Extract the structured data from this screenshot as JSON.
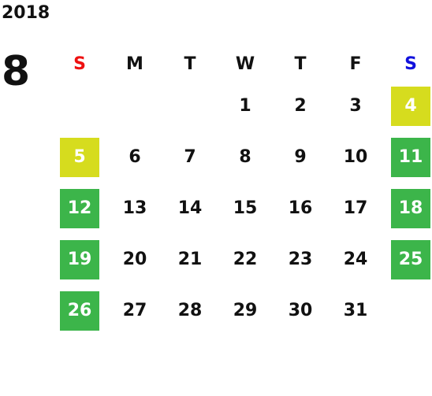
{
  "calendar": {
    "year": "2018",
    "month": "8",
    "weekdays": [
      "S",
      "M",
      "T",
      "W",
      "T",
      "F",
      "S"
    ],
    "colors": {
      "sunday_label": "#ee1111",
      "saturday_label": "#1111dd",
      "weekend_highlight": "#3cb54a",
      "holiday_highlight": "#d6dc1e"
    },
    "weeks": [
      [
        null,
        null,
        null,
        "1",
        "2",
        "3",
        "4"
      ],
      [
        "5",
        "6",
        "7",
        "8",
        "9",
        "10",
        "11"
      ],
      [
        "12",
        "13",
        "14",
        "15",
        "16",
        "17",
        "18"
      ],
      [
        "19",
        "20",
        "21",
        "22",
        "23",
        "24",
        "25"
      ],
      [
        "26",
        "27",
        "28",
        "29",
        "30",
        "31",
        null
      ]
    ],
    "holidays": [
      "4",
      "5"
    ]
  }
}
